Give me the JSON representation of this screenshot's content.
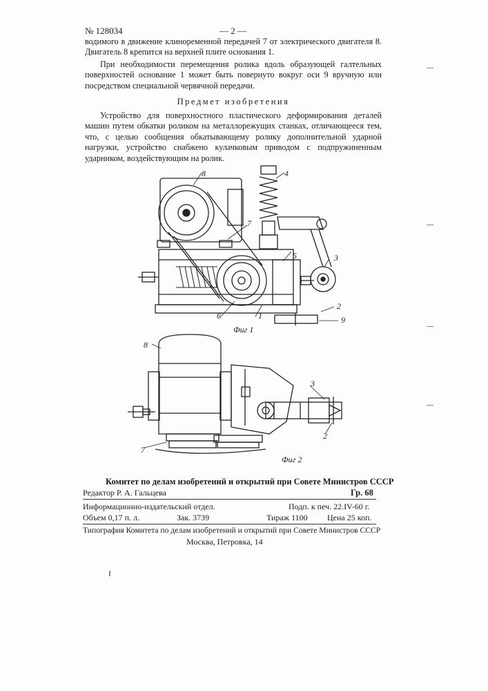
{
  "header": {
    "patent_number": "№ 128034",
    "page_number": "— 2 —"
  },
  "body": {
    "paragraph1": "водимого в движение клиноременной передачей 7 от электрического двигателя 8. Двигатель 8 крепится на верхней плите основания 1.",
    "paragraph2": "При необходимости перемещения ролика вдоль образующей галтельных поверхностей основание 1 может быть повернуто вокруг оси 9 вручную или посредством специальной червячной передачи.",
    "section_title": "Предмет изобретения",
    "claim": "Устройство для поверхностного пластического деформирования деталей машин путем обкатки роликом на металлорежущих станках, отличающееся тем, что, с целью сообщения обкатывающему ролику дополнительной ударной нагрузки, устройство снабжено кулачковым приводом с подпружиненным ударником, воздействующим на ролик."
  },
  "figures": {
    "fig1": {
      "caption": "Фиг 1",
      "labels": [
        "8",
        "4",
        "7",
        "5",
        "3",
        "6",
        "1",
        "2",
        "9"
      ]
    },
    "fig2": {
      "caption": "Фиг 2",
      "labels": [
        "8",
        "3",
        "2",
        "7"
      ]
    }
  },
  "footer": {
    "committee": "Комитет по делам изобретений и открытий при Совете Министров СССР",
    "editor": "Редактор Р. А. Гальцева",
    "group": "Гр. 68",
    "department": "Информационно-издательский отдел.",
    "signed": "Подп. к печ. 22.IV-60 г.",
    "volume": "Объем 0,17 п. л.",
    "order": "Зак. 3739",
    "circulation": "Тираж 1100",
    "price": "Цена 25 коп.",
    "printing_house": "Типография Комитета по делам изобретений и открытий при Совете Министров СССР",
    "address": "Москва, Петровка, 14"
  }
}
